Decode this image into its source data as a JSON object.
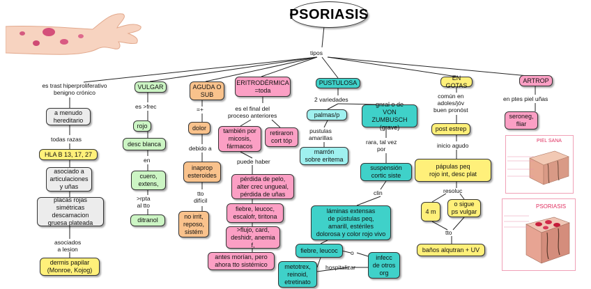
{
  "root": "PSORIASIS",
  "labels": {
    "tipos": "tipos",
    "desc": "es trast hiperproliferativo\nbenigno crónico",
    "todas_razas": "todas razas",
    "asociados_lesion": "asociados\na lesion",
    "es_frec": "es >frec",
    "en": "en",
    "rpta": ">rpta\nal tto",
    "mas_igual": "=+",
    "debido_a": "debido a",
    "tto_dificil": "tto\ndifícil",
    "final_proceso": "es el final del\nproceso anteriores",
    "puede_haber": "puede haber",
    "dos_variedades": "2 variedades",
    "pustulas_amarillas": "pustulas\namarillas",
    "rara": "rara, tal vez\npor",
    "clin": "clin",
    "o": "o",
    "hospitalizar": "hospitalizar",
    "comun": "común en\nadoles/jóv\nbuen pronóst",
    "inicio": "inicio agudo",
    "resoluc": "resoluc",
    "tto": "tto",
    "ptes": "en ptes piel uñas"
  },
  "nodes": {
    "a_menudo": "a menudo\nhereditario",
    "hla": "HLA B 13, 17, 27",
    "asociado": "asociado a\narticulaciones\ny uñas",
    "placas": "placas rojas\nsimétricas\ndescamacion\ngruesa plateada",
    "dermis": "dermis papilar\n(Monroe, Kojog)",
    "vulgar": "VULGAR",
    "rojo": "rojo",
    "desc_blanca": "desc blanca",
    "cuero": "cuero,\nextens,",
    "ditranol": "ditranol",
    "aguda": "AGUDA O\nSUB",
    "dolor": "dolor",
    "inaprop": "inaprop\nesteroides",
    "no_irrit": "no irrit,\nreposo,\nsistém",
    "eritro": "ERITRODÉRMICA\n=toda",
    "tambien": "también por\nmicosis,\nfármacos",
    "retiraron": "retiraron\ncort tóp",
    "perdida": "pérdida de pelo,\nalter crec ungueal,\npérdida de uñas",
    "fiebre": "fiebre, leucoc,\nescalofr, tiritona",
    "flujo": ">flujo, card,\ndeshidr, anemia f,",
    "antes": "antes morían, pero\nahora tto sistémico",
    "pustulosa": "PUSTULOSA",
    "palmas": "palmas/p",
    "marron": "marrón\nsobre eritema",
    "gnral": "gnral o de\nVON ZUMBUSCH\n(grave)",
    "suspension": "suspensión\ncortic siste",
    "laminas": "láminas extensas\nde pústulas peq,\namarill, estériles\ndolorosa y color rojo vivo",
    "fiebre_leucoc": "fiebre, leucoc",
    "infecc": "infecc\nde otros\norg",
    "metotrex": "metotrex,\nreinoid,\netretinato",
    "gotas": "EN GOTAS",
    "post_estrep": "post estrep",
    "papulas": "pápulas peq\nrojo int, desc plat",
    "cuatro_m": "4 m",
    "sigue": "o sigue\nps vulgar",
    "banos": "baños alqutran + UV",
    "artrop": "ARTROP",
    "seroneg": "seroneg,\nfliar"
  },
  "pictures": {
    "piel_sana": "PIEL SANA",
    "psoriasis": "PSORIASIS"
  },
  "colors": {
    "green": "#ccf5c4",
    "yellow": "#fff07a",
    "orange": "#f9c28c",
    "pink": "#fb9fc4",
    "teal": "#3fd1c9",
    "cyan": "#9ff0ef",
    "gray": "#ececec"
  }
}
